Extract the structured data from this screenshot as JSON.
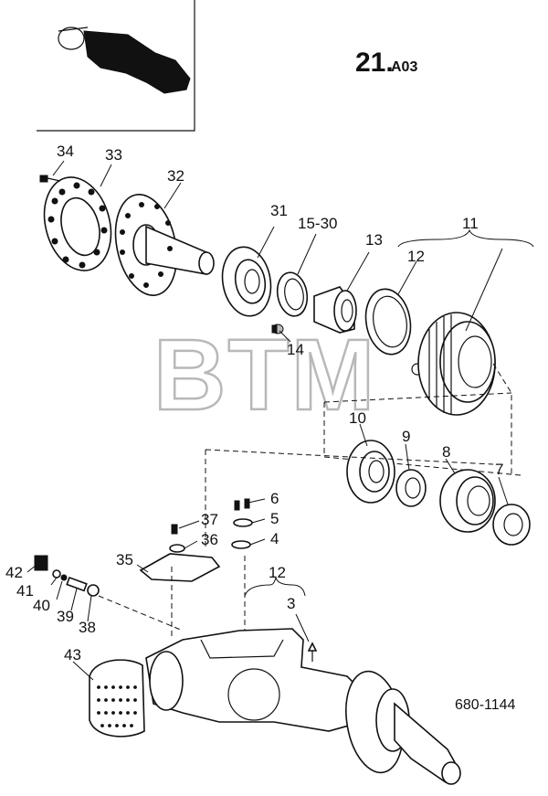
{
  "diagram": {
    "title_number": "21.",
    "title_suffix": "A03",
    "reference_code": "680-1144",
    "watermark": "BTM",
    "callouts": {
      "c34": "34",
      "c33": "33",
      "c32": "32",
      "c31": "31",
      "c15_30": "15-30",
      "c13": "13",
      "c12a": "12",
      "c11": "11",
      "c14": "14",
      "c10": "10",
      "c9": "9",
      "c8": "8",
      "c7": "7",
      "c6": "6",
      "c5": "5",
      "c4": "4",
      "c37": "37",
      "c36": "36",
      "c35": "35",
      "c12b": "12",
      "c3": "3",
      "c42": "42",
      "c41": "41",
      "c40": "40",
      "c39": "39",
      "c38": "38",
      "c43": "43"
    }
  }
}
